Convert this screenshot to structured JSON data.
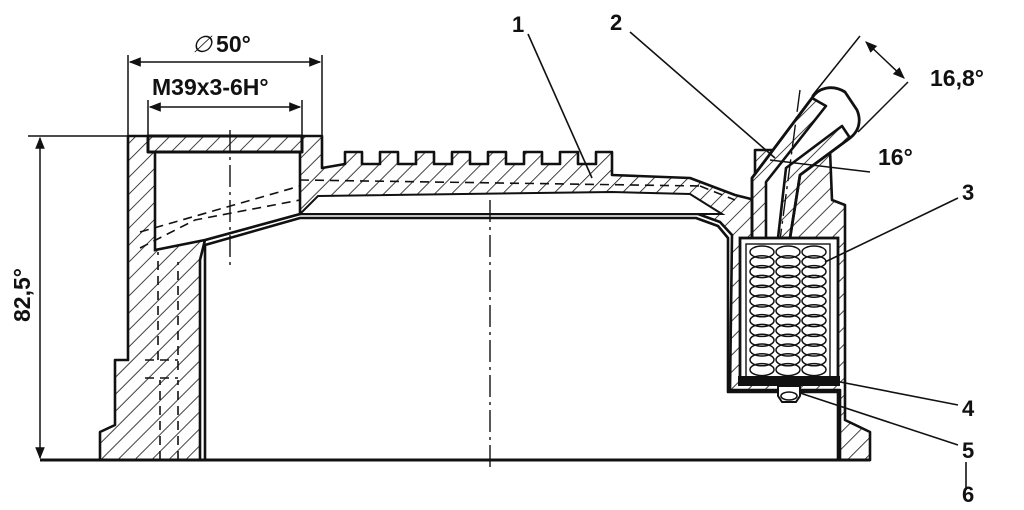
{
  "dimensions": {
    "diameter_symbol": "∅",
    "diameter": "50°",
    "thread": "M39x3-6H°",
    "height": "82,5°",
    "tube_diameter": "16,8°",
    "tube_inner": "16°"
  },
  "callouts": [
    "1",
    "2",
    "3",
    "4",
    "5",
    "6"
  ]
}
